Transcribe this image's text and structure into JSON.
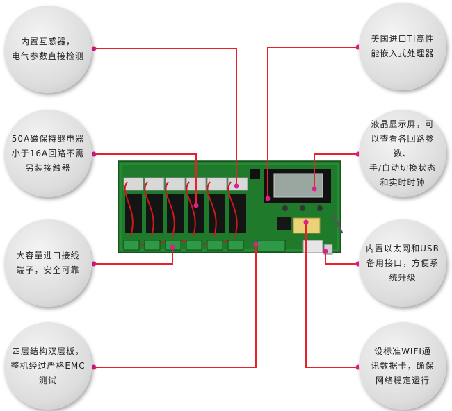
{
  "callouts": [
    {
      "id": "ct",
      "text": "内置互感器，\n电气参数直接检测"
    },
    {
      "id": "relay",
      "text": "50A磁保持继电器\n小于16A回路不需\n另装接触器"
    },
    {
      "id": "terminal",
      "text": "大容量进口接线\n端子，安全可靠"
    },
    {
      "id": "pcb",
      "text": "四层结构双层板，\n整机经过严格EMC\n测试"
    },
    {
      "id": "cpu",
      "text": "美国进口TI高性\n能嵌入式处理器"
    },
    {
      "id": "lcd",
      "text": "液晶显示屏，可\n以查看各回路参数、\n手/自动切换状态\n和实时时钟"
    },
    {
      "id": "ethernet",
      "text": "内置以太网和USB\n备用接口，方便系\n统升级"
    },
    {
      "id": "wifi",
      "text": "设标准WIFI通\n讯数据卡，确保\n网络稳定运行"
    }
  ],
  "colors": {
    "wire": "#e8202a",
    "board": "#1f7a2c",
    "dot": "#e0208a"
  }
}
